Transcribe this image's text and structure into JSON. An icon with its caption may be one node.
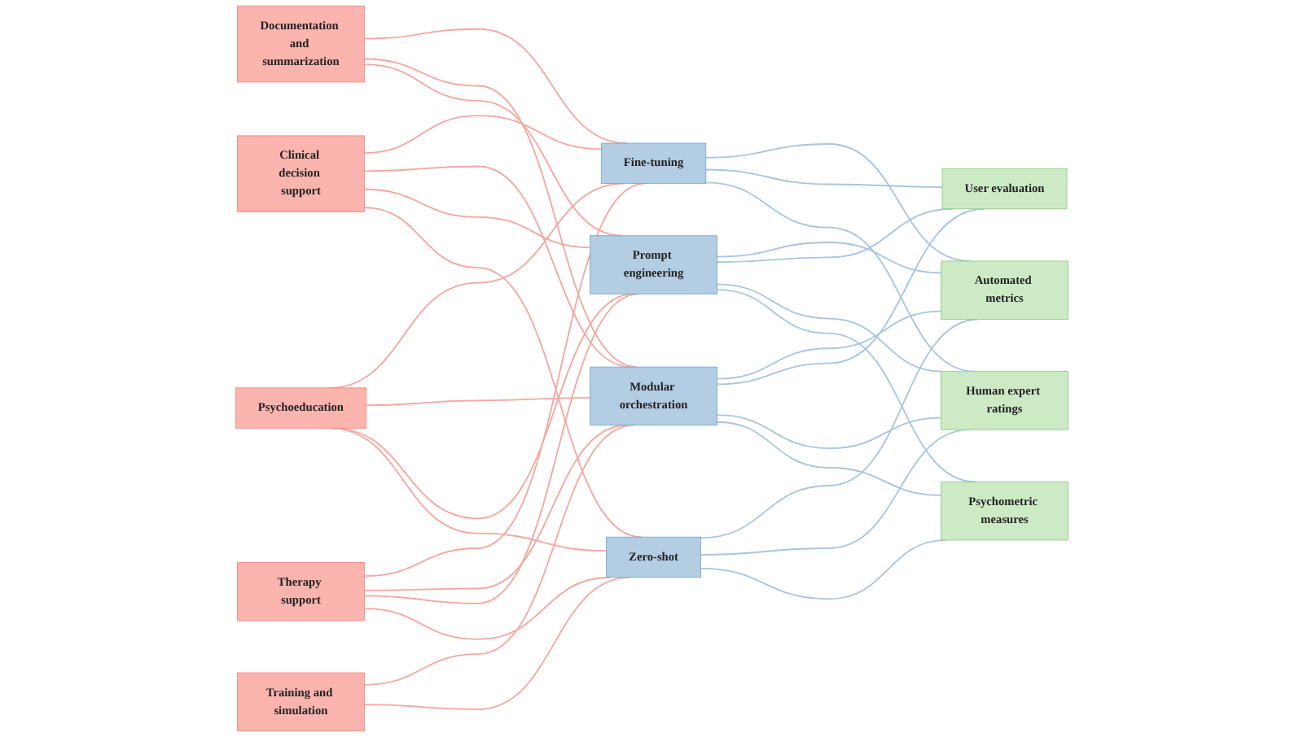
{
  "diagram": {
    "nodes": [
      {
        "text": [
          "Clinical decision support"
        ]
      },
      {
        "text": [
          "Documentation and summarization"
        ]
      },
      {
        "text": [
          "Psychoeducation"
        ]
      },
      {
        "text": [
          "Therapy support"
        ]
      },
      {
        "text": [
          "Training and simulation"
        ]
      },
      {
        "text": [
          "Fine-tuning"
        ]
      },
      {
        "text": [
          "Modular orchestration"
        ]
      },
      {
        "text": [
          "Prompt engineering"
        ]
      },
      {
        "text": [
          "Zero-shot"
        ]
      },
      {
        "text": [
          "Automated metrics"
        ]
      },
      {
        "text": [
          "User evaluation"
        ]
      },
      {
        "text": [
          "Human expert ratings"
        ]
      },
      {
        "text": [
          "Psychometric measures"
        ]
      }
    ],
    "edges": [
      {
        "from": 0,
        "to": 5,
        "arrow": "none"
      },
      {
        "from": 0,
        "to": 6,
        "arrow": "none"
      },
      {
        "from": 0,
        "to": 7,
        "arrow": "none"
      },
      {
        "from": 0,
        "to": 8,
        "arrow": "none"
      },
      {
        "from": 1,
        "to": 5,
        "arrow": "none"
      },
      {
        "from": 1,
        "to": 6,
        "arrow": "none"
      },
      {
        "from": 1,
        "to": 7,
        "arrow": "none"
      },
      {
        "from": 2,
        "to": 5,
        "arrow": "none"
      },
      {
        "from": 2,
        "to": 6,
        "arrow": "none"
      },
      {
        "from": 2,
        "to": 7,
        "arrow": "none"
      },
      {
        "from": 2,
        "to": 8,
        "arrow": "none"
      },
      {
        "from": 3,
        "to": 5,
        "arrow": "none"
      },
      {
        "from": 3,
        "to": 6,
        "arrow": "none"
      },
      {
        "from": 3,
        "to": 7,
        "arrow": "none"
      },
      {
        "from": 3,
        "to": 8,
        "arrow": "none"
      },
      {
        "from": 4,
        "to": 6,
        "arrow": "none"
      },
      {
        "from": 4,
        "to": 8,
        "arrow": "none"
      },
      {
        "from": 5,
        "to": 9,
        "arrow": "none"
      },
      {
        "from": 5,
        "to": 10,
        "arrow": "none"
      },
      {
        "from": 5,
        "to": 11,
        "arrow": "none"
      },
      {
        "from": 6,
        "to": 9,
        "arrow": "none"
      },
      {
        "from": 6,
        "to": 10,
        "arrow": "none"
      },
      {
        "from": 6,
        "to": 11,
        "arrow": "none"
      },
      {
        "from": 6,
        "to": 12,
        "arrow": "none"
      },
      {
        "from": 7,
        "to": 9,
        "arrow": "none"
      },
      {
        "from": 7,
        "to": 10,
        "arrow": "none"
      },
      {
        "from": 7,
        "to": 11,
        "arrow": "none"
      },
      {
        "from": 7,
        "to": 12,
        "arrow": "none"
      },
      {
        "from": 8,
        "to": 9,
        "arrow": "none"
      },
      {
        "from": 8,
        "to": 11,
        "arrow": "none"
      },
      {
        "from": 8,
        "to": 12,
        "arrow": "none"
      }
    ]
  }
}
